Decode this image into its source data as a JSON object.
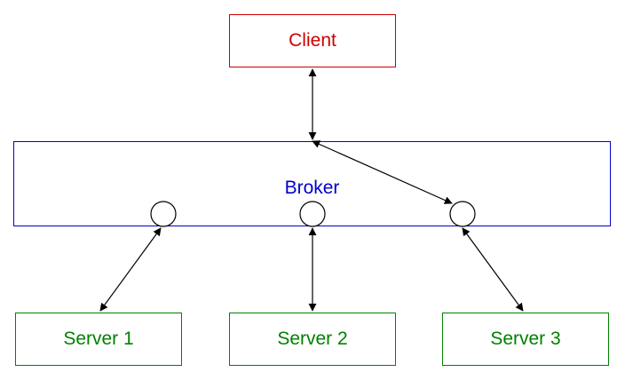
{
  "client": {
    "label": "Client",
    "color": "#cc0000"
  },
  "broker": {
    "label": "Broker",
    "color": "#0000cc"
  },
  "servers": [
    {
      "label": "Server 1",
      "color": "#008000"
    },
    {
      "label": "Server 2",
      "color": "#008000"
    },
    {
      "label": "Server 3",
      "color": "#008000"
    }
  ],
  "connector_color": "#000000"
}
